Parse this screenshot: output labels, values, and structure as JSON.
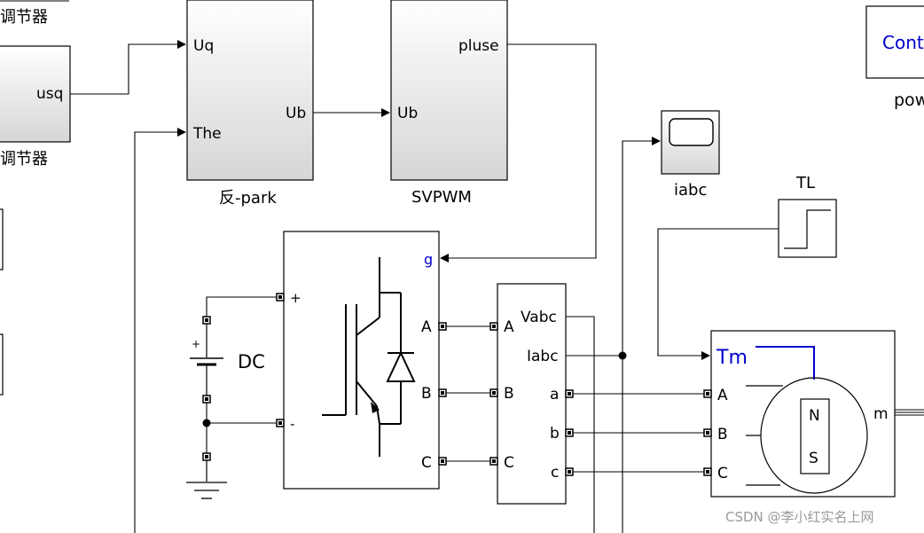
{
  "blocks": {
    "top_left_caption": "调节器",
    "usq_block": {
      "port": "usq",
      "caption": "调节器"
    },
    "inv_park": {
      "in1": "Uq",
      "in2": "The",
      "out": "Ub",
      "caption": "反-park"
    },
    "svpwm": {
      "in": "Ub",
      "out": "pluse",
      "caption": "SVPWM"
    },
    "scope": {
      "caption": "iabc"
    },
    "step": {
      "title": "TL"
    },
    "powergui": {
      "label": "Cont",
      "caption": "pow"
    },
    "dc_source": {
      "label": "DC",
      "plus": "+",
      "minus": "-",
      "cell_plus": "+"
    },
    "inverter": {
      "gate": "g",
      "out_a": "A",
      "out_b": "B",
      "out_c": "C",
      "in_plus": "+",
      "in_minus": "-"
    },
    "measurement": {
      "in_a": "A",
      "in_b": "B",
      "in_c": "C",
      "out_vabc": "Vabc",
      "out_iabc": "Iabc",
      "out_a": "a",
      "out_b": "b",
      "out_c": "c"
    },
    "motor": {
      "tm": "Tm",
      "in_a": "A",
      "in_b": "B",
      "in_c": "C",
      "out_m": "m",
      "pole_n": "N",
      "pole_s": "S"
    }
  },
  "watermark": "CSDN @李小红实名上网",
  "colors": {
    "line": "#000000",
    "accent": "#0000cc",
    "block_fill_top": "#ffffff",
    "block_fill_bottom": "#d9d9d9"
  }
}
